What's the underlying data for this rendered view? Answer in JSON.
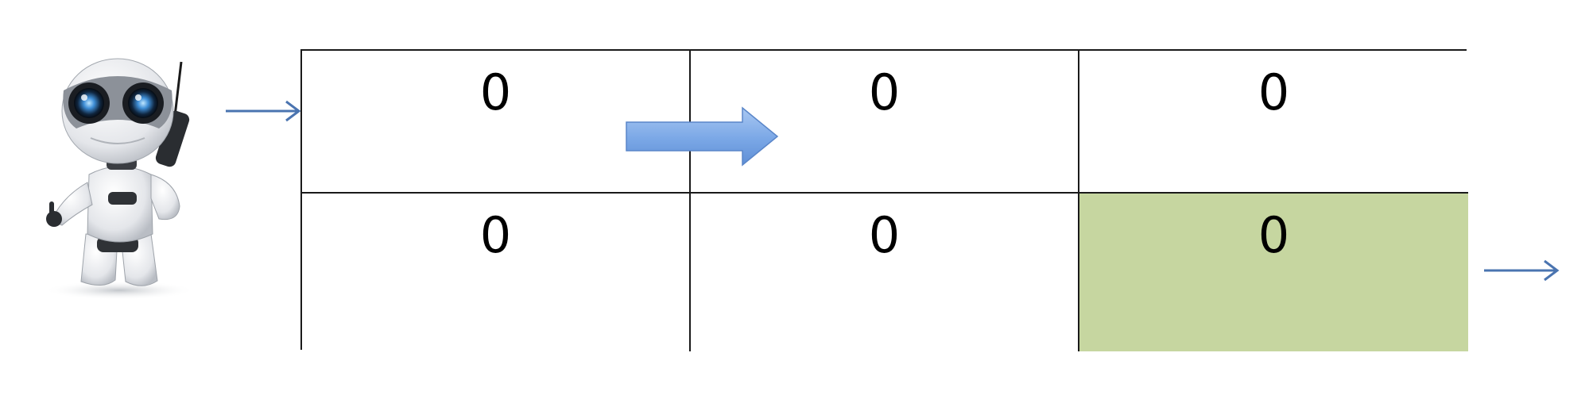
{
  "grid": {
    "rows": [
      [
        "0",
        "0",
        "0"
      ],
      [
        "0",
        "0",
        "0"
      ]
    ],
    "goal_cell": {
      "row": 1,
      "col": 2
    }
  },
  "colors": {
    "goal": "#c6d6a0",
    "entry_arrow": "#4a74b0",
    "move_arrow": "#7aa7e6",
    "grid_line": "#1a1a1a"
  },
  "icons": {
    "agent": "robot-icon",
    "entry": "arrow-right-icon",
    "move": "block-arrow-right-icon",
    "exit": "arrow-right-icon"
  }
}
